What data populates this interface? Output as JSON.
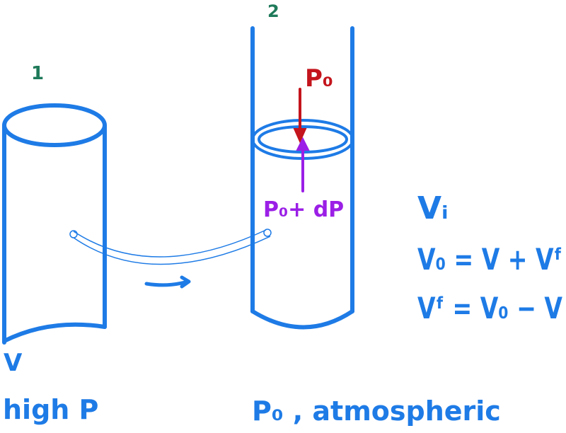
{
  "labels": {
    "container_1": "1",
    "container_2": "2",
    "volume_v": "V",
    "high_pressure": "high P",
    "atmospheric": "P₀ , atmospheric",
    "p0_top": "P₀",
    "p0_dp": "P₀+ dP"
  },
  "equations": {
    "eq1": "Vᵢ",
    "eq2": "V₀ = V + Vᶠ",
    "eq3": "Vᶠ = V₀ − V"
  },
  "colors": {
    "blue": "#1e7be6",
    "green": "#1f7a5a",
    "red": "#c4141c",
    "purple": "#9b1fe6"
  }
}
